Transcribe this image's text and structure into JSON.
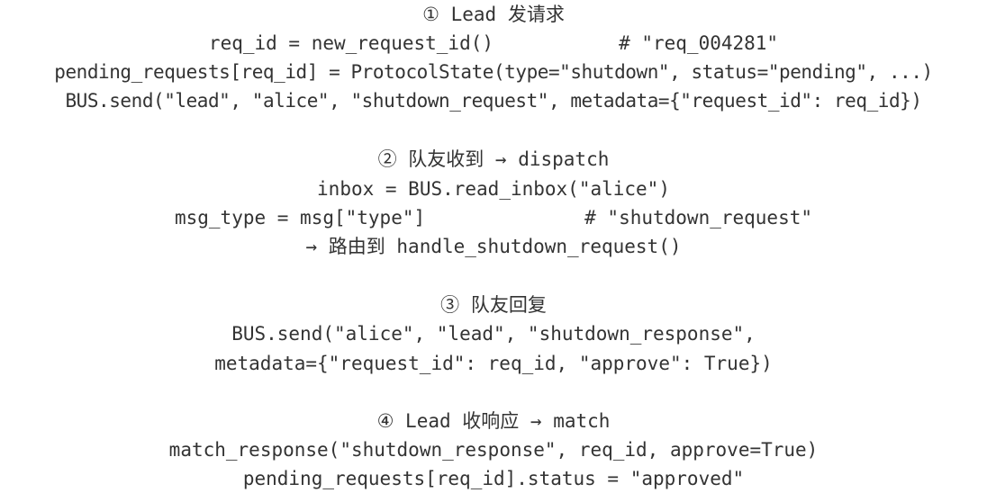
{
  "steps": [
    {
      "header": "① Lead 发请求",
      "lines": [
        "req_id = new_request_id()           # \"req_004281\"",
        "pending_requests[req_id] = ProtocolState(type=\"shutdown\", status=\"pending\", ...)",
        "BUS.send(\"lead\", \"alice\", \"shutdown_request\", metadata={\"request_id\": req_id})"
      ]
    },
    {
      "header": "② 队友收到 → dispatch",
      "lines": [
        "inbox = BUS.read_inbox(\"alice\")",
        "msg_type = msg[\"type\"]              # \"shutdown_request\"",
        "→ 路由到 handle_shutdown_request()"
      ]
    },
    {
      "header": "③ 队友回复",
      "lines": [
        "BUS.send(\"alice\", \"lead\", \"shutdown_response\",",
        "metadata={\"request_id\": req_id, \"approve\": True})"
      ]
    },
    {
      "header": "④ Lead 收响应 → match",
      "lines": [
        "match_response(\"shutdown_response\", req_id, approve=True)",
        "pending_requests[req_id].status = \"approved\""
      ]
    }
  ]
}
